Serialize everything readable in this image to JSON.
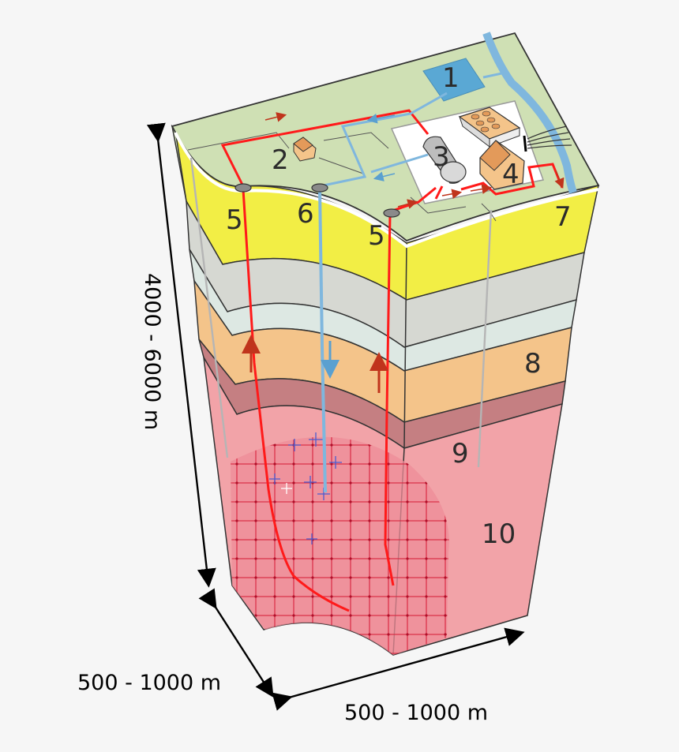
{
  "labels": {
    "n1": "1",
    "n2": "2",
    "n3": "3",
    "n4": "4",
    "n5a": "5",
    "n5b": "5",
    "n6": "6",
    "n7": "7",
    "n8": "8",
    "n9": "9",
    "n10": "10"
  },
  "dimensions": {
    "depth": "4000 - 6000 m",
    "width_left": "500 - 1000 m",
    "width_right": "500 - 1000 m"
  },
  "colors": {
    "background": "#f6f6f6",
    "surface": "#cfe0b4",
    "yellow_layer": "#f2ee45",
    "gray_layer": "#d6d8d2",
    "pale_layer": "#dde8e3",
    "orange_layer": "#f4c48a",
    "brown_layer": "#c57f82",
    "granite": "#f2a3a8",
    "fracture_zone": "#ee8c98",
    "hot_pipe": "#ff1a1a",
    "cold_pipe": "#7fb7de",
    "flow_arrow": "#c0341c"
  }
}
